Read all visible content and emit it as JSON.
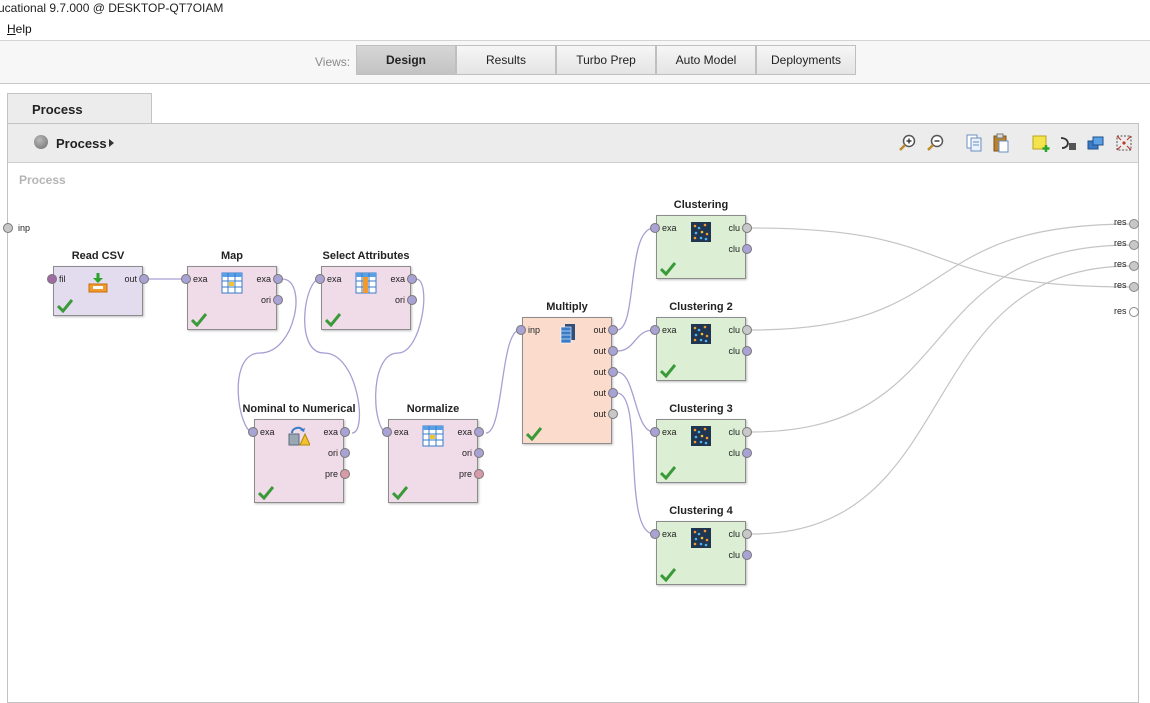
{
  "app": {
    "title": "ucational 9.7.000 @ DESKTOP-QT7OIAM"
  },
  "menu": {
    "help_first": "H",
    "help_rest": "elp"
  },
  "views": {
    "label": "Views:",
    "buttons": [
      "Design",
      "Results",
      "Turbo Prep",
      "Auto Model",
      "Deployments"
    ],
    "active": "Design"
  },
  "tab": {
    "label": "Process"
  },
  "breadcrumb": {
    "label": "Process"
  },
  "canvas": {
    "label": "Process",
    "input_port": "inp"
  },
  "operators": {
    "read_csv": {
      "title": "Read CSV",
      "in": [
        "fil"
      ],
      "out": [
        "out"
      ]
    },
    "map": {
      "title": "Map",
      "in": [
        "exa"
      ],
      "out": [
        "exa",
        "ori"
      ]
    },
    "select": {
      "title": "Select Attributes",
      "in": [
        "exa"
      ],
      "out": [
        "exa",
        "ori"
      ]
    },
    "nominal": {
      "title": "Nominal to Numerical",
      "in": [
        "exa"
      ],
      "out": [
        "exa",
        "ori",
        "pre"
      ]
    },
    "normalize": {
      "title": "Normalize",
      "in": [
        "exa"
      ],
      "out": [
        "exa",
        "ori",
        "pre"
      ]
    },
    "multiply": {
      "title": "Multiply",
      "in": [
        "inp"
      ],
      "out": [
        "out",
        "out",
        "out",
        "out",
        "out"
      ]
    },
    "clust1": {
      "title": "Clustering",
      "in": [
        "exa"
      ],
      "out": [
        "clu",
        "clu"
      ]
    },
    "clust2": {
      "title": "Clustering 2",
      "in": [
        "exa"
      ],
      "out": [
        "clu",
        "clu"
      ]
    },
    "clust3": {
      "title": "Clustering 3",
      "in": [
        "exa"
      ],
      "out": [
        "clu",
        "clu"
      ]
    },
    "clust4": {
      "title": "Clustering 4",
      "in": [
        "exa"
      ],
      "out": [
        "clu",
        "clu"
      ]
    }
  },
  "result_ports": [
    "res",
    "res",
    "res",
    "res",
    "res"
  ],
  "colors": {
    "data_op": "#f0dbe8",
    "read_op": "#e3dcee",
    "multiply_op": "#fbdccc",
    "cluster_op": "#dcefd4",
    "port": "#a9a2d4",
    "wire": "#a79fd3",
    "result_wire": "#bdbdbd"
  }
}
